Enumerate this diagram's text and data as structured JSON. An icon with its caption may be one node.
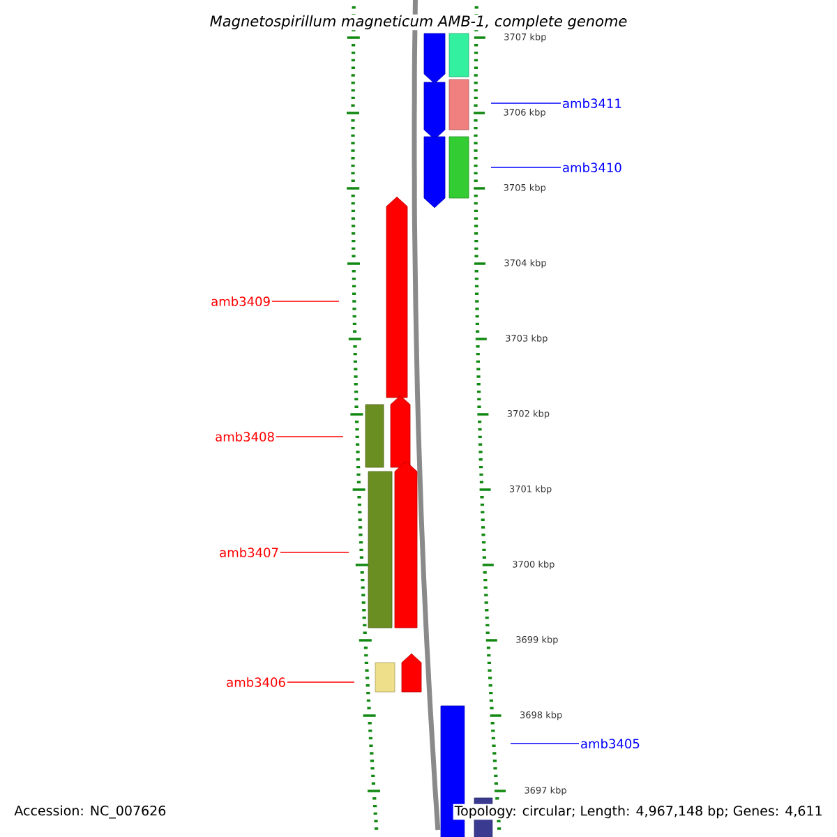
{
  "diagram": {
    "title": "Magnetospirillum magneticum AMB-1, complete genome",
    "nodes": [
      {
        "text": [],
        "shape": "arrow"
      },
      {
        "text": [],
        "shape": "box"
      },
      {
        "text": [
          "amb3411"
        ]
      },
      {
        "text": [],
        "shape": "arrow"
      },
      {
        "text": [],
        "shape": "box"
      },
      {
        "text": [
          "amb3410"
        ]
      },
      {
        "text": [],
        "shape": "arrow"
      },
      {
        "text": [],
        "shape": "box"
      },
      {
        "text": [
          "amb3409"
        ]
      },
      {
        "text": [],
        "shape": "arrow"
      },
      {
        "text": [
          "amb3408"
        ]
      },
      {
        "text": [],
        "shape": "box"
      },
      {
        "text": [],
        "shape": "arrow"
      },
      {
        "text": [
          "amb3407"
        ]
      },
      {
        "text": [],
        "shape": "box"
      },
      {
        "text": [],
        "shape": "arrow"
      },
      {
        "text": [
          "amb3406"
        ]
      },
      {
        "text": [],
        "shape": "box"
      },
      {
        "text": [],
        "shape": "arrow"
      },
      {
        "text": [
          "amb3405"
        ]
      },
      {
        "text": [],
        "shape": "box"
      },
      {
        "text": [],
        "shape": "box"
      }
    ],
    "edges": [
      {
        "from": 2,
        "to": 4,
        "arrow": "none",
        "color": "#0000ff"
      },
      {
        "from": 5,
        "to": 7,
        "arrow": "none",
        "color": "#0000ff"
      },
      {
        "from": 8,
        "to": 9,
        "arrow": "none"
      },
      {
        "from": 10,
        "to": 11,
        "arrow": "none"
      },
      {
        "from": 13,
        "to": 14,
        "arrow": "none"
      },
      {
        "from": 16,
        "to": 17,
        "arrow": "none"
      },
      {
        "from": 19,
        "to": 20,
        "arrow": "none",
        "color": "#0000ff"
      }
    ],
    "labels": [
      "3707 kbp",
      "3706 kbp",
      "3705 kbp",
      "3704 kbp",
      "3703 kbp",
      "3702 kbp",
      "3701 kbp",
      "3700 kbp",
      "3699 kbp",
      "3698 kbp",
      "3697 kbp",
      "Accession: NC_007626",
      "Topology: circular; Length: 4,967,148 bp; Genes: 4,611"
    ]
  }
}
